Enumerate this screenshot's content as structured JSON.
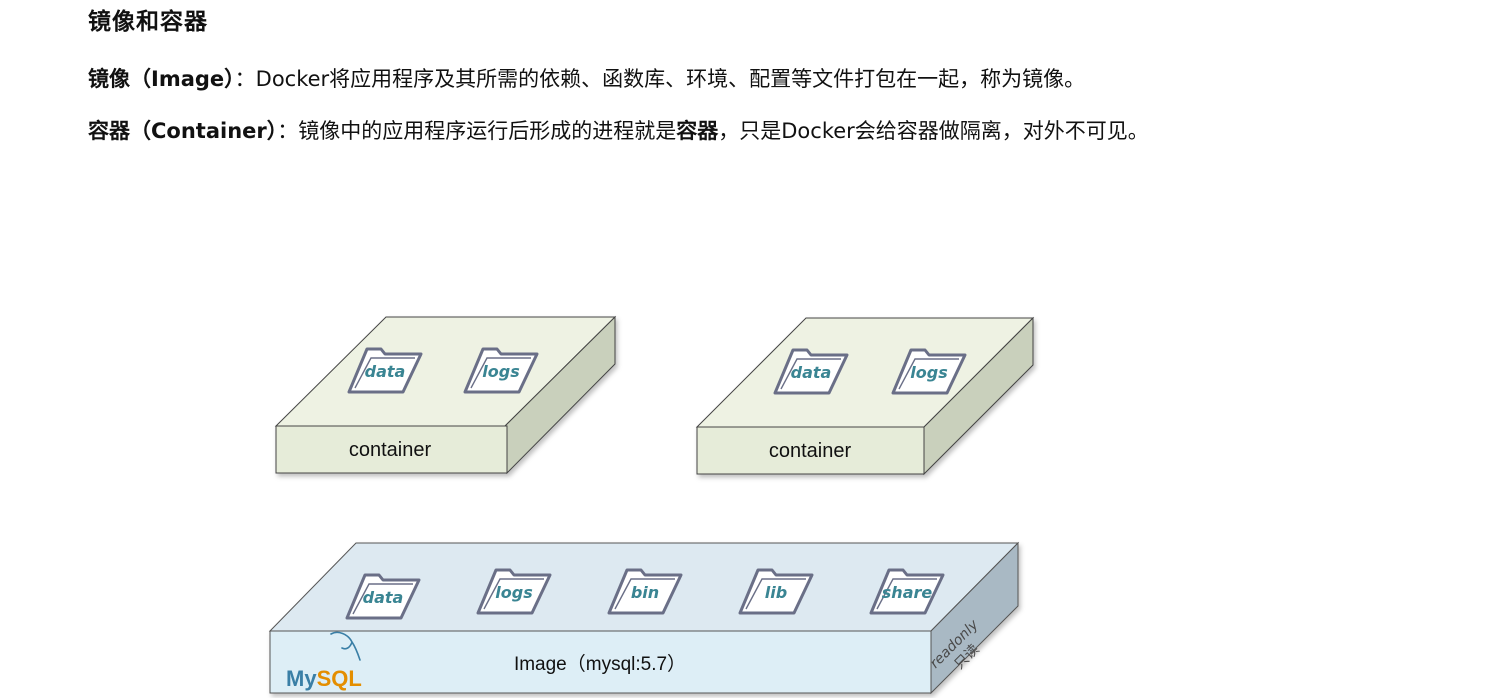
{
  "title": "镜像和容器",
  "image_definition": {
    "term": "镜像（Image）",
    "separator": "：",
    "text": "Docker将应用程序及其所需的依赖、函数库、环境、配置等文件打包在一起，称为镜像。"
  },
  "container_definition": {
    "term": "容器（Container）",
    "separator": "：",
    "text_before": "镜像中的应用程序运行后形成的进程就是",
    "emphasis": "容器",
    "text_after": "，只是Docker会给容器做隔离，对外不可见。"
  },
  "diagram": {
    "containers": [
      {
        "label": "container",
        "folders": [
          "data",
          "logs"
        ]
      },
      {
        "label": "container",
        "folders": [
          "data",
          "logs"
        ]
      }
    ],
    "image": {
      "label": "Image（mysql:5.7）",
      "folders": [
        "data",
        "logs",
        "bin",
        "lib",
        "share"
      ],
      "side_label_en": "readonly",
      "side_label_zh": "只读",
      "logo_text_my": "My",
      "logo_text_sql": "SQL"
    },
    "colors": {
      "container_top": "#eef2e3",
      "container_front": "#e6ecd9",
      "container_side": "#c9d0bc",
      "image_top": "#dde9f1",
      "image_front": "#ddeef6",
      "image_side": "#a9b9c4",
      "folder_text": "#3a8593",
      "folder_outline": "#6a6f87",
      "mysql_blue": "#3a7fa6",
      "mysql_orange": "#e48e00"
    }
  }
}
